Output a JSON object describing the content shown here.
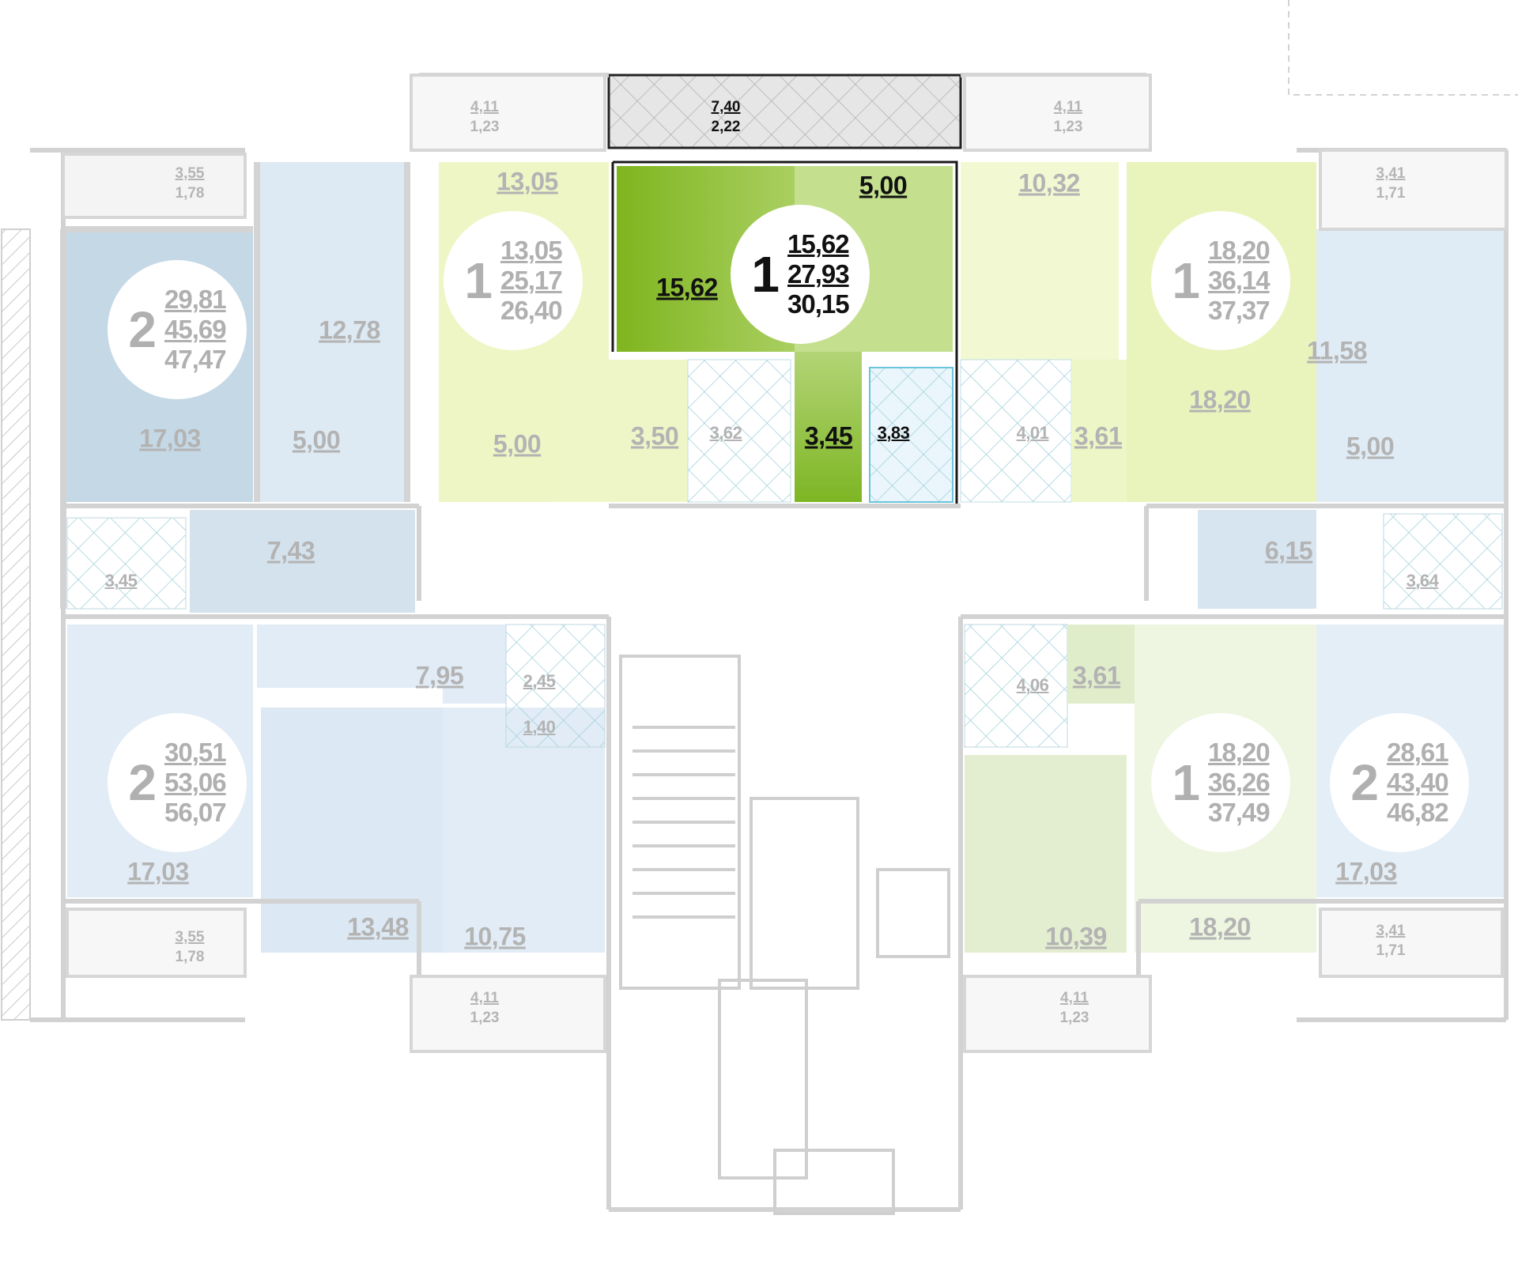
{
  "apartments": [
    {
      "rooms": "2",
      "living": "29,81",
      "total": "45,69",
      "total_with_balcony": "47,47",
      "selected": false
    },
    {
      "rooms": "1",
      "living": "13,05",
      "total": "25,17",
      "total_with_balcony": "26,40",
      "selected": false
    },
    {
      "rooms": "1",
      "living": "15,62",
      "total": "27,93",
      "total_with_balcony": "30,15",
      "selected": true
    },
    {
      "rooms": "1",
      "living": "18,20",
      "total": "36,14",
      "total_with_balcony": "37,37",
      "selected": false
    },
    {
      "rooms": "2",
      "living": "30,51",
      "total": "53,06",
      "total_with_balcony": "56,07",
      "selected": false
    },
    {
      "rooms": "1",
      "living": "18,20",
      "total": "36,26",
      "total_with_balcony": "37,49",
      "selected": false
    },
    {
      "rooms": "2",
      "living": "28,61",
      "total": "43,40",
      "total_with_balcony": "46,82",
      "selected": false
    }
  ],
  "room_areas": [
    {
      "value": "17,03",
      "selected": false
    },
    {
      "value": "12,78",
      "selected": false
    },
    {
      "value": "5,00",
      "selected": false
    },
    {
      "value": "7,43",
      "selected": false
    },
    {
      "value": "3,45",
      "selected": false
    },
    {
      "value": "13,05",
      "selected": false
    },
    {
      "value": "5,00",
      "selected": false
    },
    {
      "value": "3,50",
      "selected": false
    },
    {
      "value": "3,62",
      "selected": false
    },
    {
      "value": "15,62",
      "selected": true
    },
    {
      "value": "5,00",
      "selected": true
    },
    {
      "value": "3,45",
      "selected": true
    },
    {
      "value": "3,83",
      "selected": true
    },
    {
      "value": "10,32",
      "selected": false
    },
    {
      "value": "4,01",
      "selected": false
    },
    {
      "value": "3,61",
      "selected": false
    },
    {
      "value": "18,20",
      "selected": false
    },
    {
      "value": "11,58",
      "selected": false
    },
    {
      "value": "5,00",
      "selected": false
    },
    {
      "value": "6,15",
      "selected": false
    },
    {
      "value": "3,64",
      "selected": false
    },
    {
      "value": "7,95",
      "selected": false
    },
    {
      "value": "2,45",
      "selected": false
    },
    {
      "value": "1,40",
      "selected": false
    },
    {
      "value": "17,03",
      "selected": false
    },
    {
      "value": "13,48",
      "selected": false
    },
    {
      "value": "10,75",
      "selected": false
    },
    {
      "value": "4,06",
      "selected": false
    },
    {
      "value": "3,61",
      "selected": false
    },
    {
      "value": "10,39",
      "selected": false
    },
    {
      "value": "18,20",
      "selected": false
    },
    {
      "value": "17,03",
      "selected": false
    }
  ],
  "balconies": [
    {
      "area": "3,55",
      "reduced": "1,78",
      "selected": false
    },
    {
      "area": "4,11",
      "reduced": "1,23",
      "selected": false
    },
    {
      "area": "7,40",
      "reduced": "2,22",
      "selected": true
    },
    {
      "area": "4,11",
      "reduced": "1,23",
      "selected": false
    },
    {
      "area": "3,41",
      "reduced": "1,71",
      "selected": false
    },
    {
      "area": "3,55",
      "reduced": "1,78",
      "selected": false
    },
    {
      "area": "4,11",
      "reduced": "1,23",
      "selected": false
    },
    {
      "area": "4,11",
      "reduced": "1,23",
      "selected": false
    },
    {
      "area": "3,41",
      "reduced": "1,71",
      "selected": false
    }
  ],
  "colors": {
    "selected_green_dark": "#6fac1c",
    "selected_green_light": "#c8e29a",
    "yellow_green": "#eaf5c0",
    "blue": "#dce9f2",
    "blue_dark": "#c9d9e6",
    "sage": "#e3eed0",
    "wall": "#d4d4d4"
  }
}
